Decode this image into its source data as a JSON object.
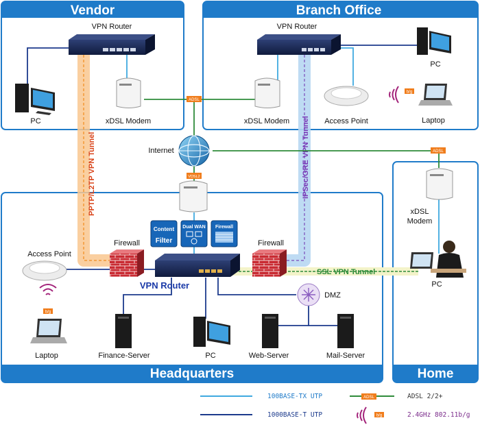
{
  "regions": {
    "vendor": "Vendor",
    "branch": "Branch Office",
    "headquarters": "Headquarters",
    "home": "Home"
  },
  "labels": {
    "vendor_router": "VPN Router",
    "vendor_pc": "PC",
    "vendor_modem": "xDSL Modem",
    "branch_router": "VPN Router",
    "branch_pc": "PC",
    "branch_modem": "xDSL Modem",
    "branch_ap": "Access Point",
    "branch_laptop": "Laptop",
    "internet": "Internet",
    "hq_router": "VPN Router",
    "firewall_left": "Firewall",
    "firewall_right": "Firewall",
    "hq_ap": "Access Point",
    "hq_laptop": "Laptop",
    "finance_server": "Finance-Server",
    "hq_pc": "PC",
    "web_server": "Web-Server",
    "mail_server": "Mail-Server",
    "dmz": "DMZ",
    "home_modem": "xDSL\nModem",
    "home_pc": "PC"
  },
  "tunnels": {
    "pptp": "PPTP/L2TP VPN Tunnel",
    "ipsec": "IPSec/GRE VPN Tunnel",
    "ssl": "SSL VPN Tunnel"
  },
  "badges": {
    "adsl": "ADSL",
    "vdsl": "VDSL2",
    "bg": "b/g"
  },
  "features": {
    "content_top": "Content",
    "content_bottom": "Filter",
    "dualwan": "Dual WAN",
    "firewall": "Firewall"
  },
  "legend": {
    "fast": "100BASE-TX UTP",
    "gig": "1000BASE-T UTP",
    "adsl": "ADSL 2/2+",
    "wifi": "2.4GHz 802.11b/g"
  },
  "colors": {
    "region_blue": "#1f7bc9",
    "line_light": "#3fa9e0",
    "line_dark": "#1c3a8c",
    "line_green": "#2e8b3a",
    "orange_tunnel": "#f6b26b",
    "blue_tunnel": "#b7d7f2",
    "brick": "#c4262e"
  }
}
